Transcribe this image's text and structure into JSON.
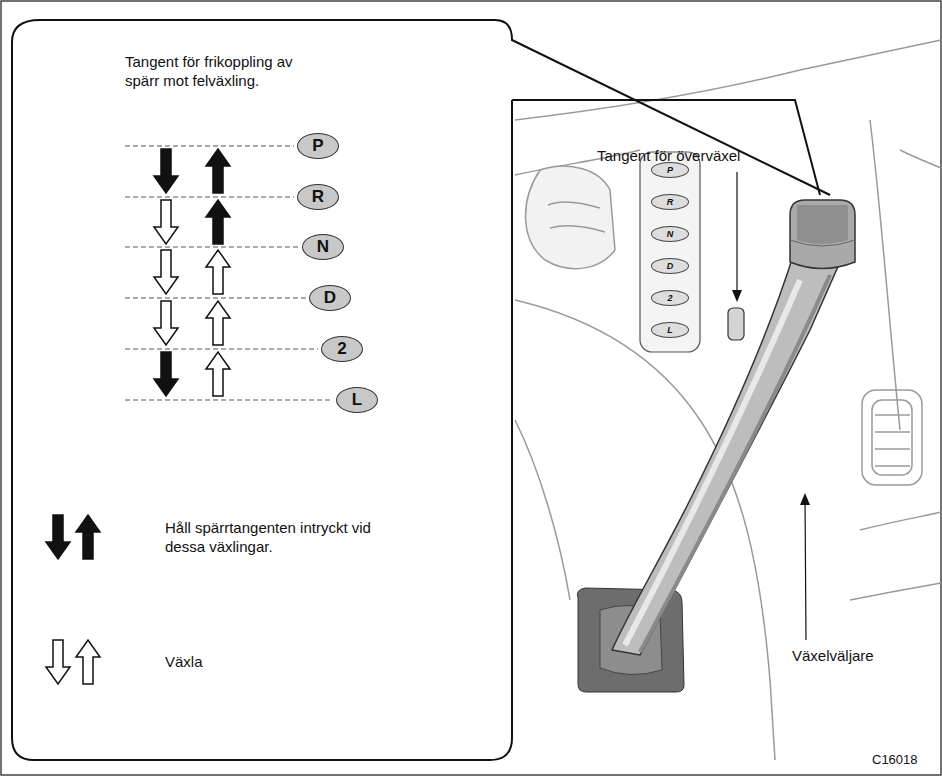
{
  "diagram": {
    "nodes": [
      {
        "text": [
          "P"
        ]
      },
      {
        "text": [
          "R"
        ]
      },
      {
        "text": [
          "N"
        ]
      },
      {
        "text": [
          "D"
        ]
      },
      {
        "text": [
          "2"
        ]
      },
      {
        "text": [
          "L"
        ]
      },
      {
        "text": [
          "P"
        ]
      },
      {
        "text": [
          "R"
        ]
      },
      {
        "text": [
          "N"
        ]
      },
      {
        "text": [
          "D"
        ]
      },
      {
        "text": [
          "2"
        ]
      },
      {
        "text": [
          "L"
        ]
      }
    ],
    "labels": [
      "Tangent för frikoppling av spärr mot felväxling.",
      "Tangent för överväxel",
      "Växelväljare",
      "C16018"
    ],
    "legend": [
      {
        "text": "Håll spärrtangenten intryckt vid dessa växlingar."
      },
      {
        "text": "Växla"
      }
    ]
  }
}
